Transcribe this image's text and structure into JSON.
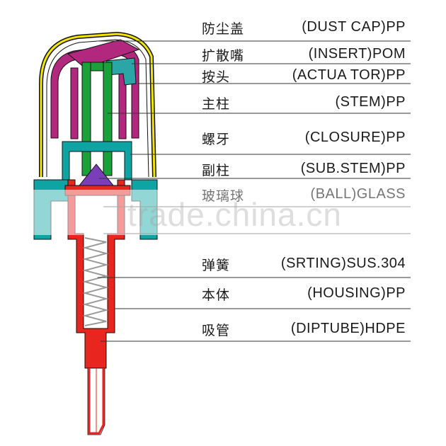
{
  "parts": [
    {
      "cn": "防尘盖",
      "en": "(DUST CAP)PP"
    },
    {
      "cn": "扩散嘴",
      "en": "(INSERT)POM"
    },
    {
      "cn": "按头",
      "en": "(ACTUA TOR)PP"
    },
    {
      "cn": "主柱",
      "en": "(STEM)PP"
    },
    {
      "cn": "螺牙",
      "en": "(CLOSURE)PP"
    },
    {
      "cn": "副柱",
      "en": "(SUB.STEM)PP"
    },
    {
      "cn": "玻璃球",
      "en": "(BALL)GLASS"
    },
    {
      "cn": "",
      "en": ""
    },
    {
      "cn": "弹簧",
      "en": "(SRTING)SUS.304"
    },
    {
      "cn": "本体",
      "en": "(HOUSING)PP"
    },
    {
      "cn": "吸管",
      "en": "(DIPTUBE)HDPE"
    }
  ],
  "watermark": "trade.china.cn",
  "colors": {
    "dust_cap": "#f2e600",
    "actuator": "#b3287f",
    "insert": "#2aa6a6",
    "stem": "#1aa13a",
    "closure": "#0ea4a4",
    "housing": "#e8251f",
    "ball": "#7a3fb8",
    "spring": "#9a9a9a",
    "leader": "#333333"
  }
}
